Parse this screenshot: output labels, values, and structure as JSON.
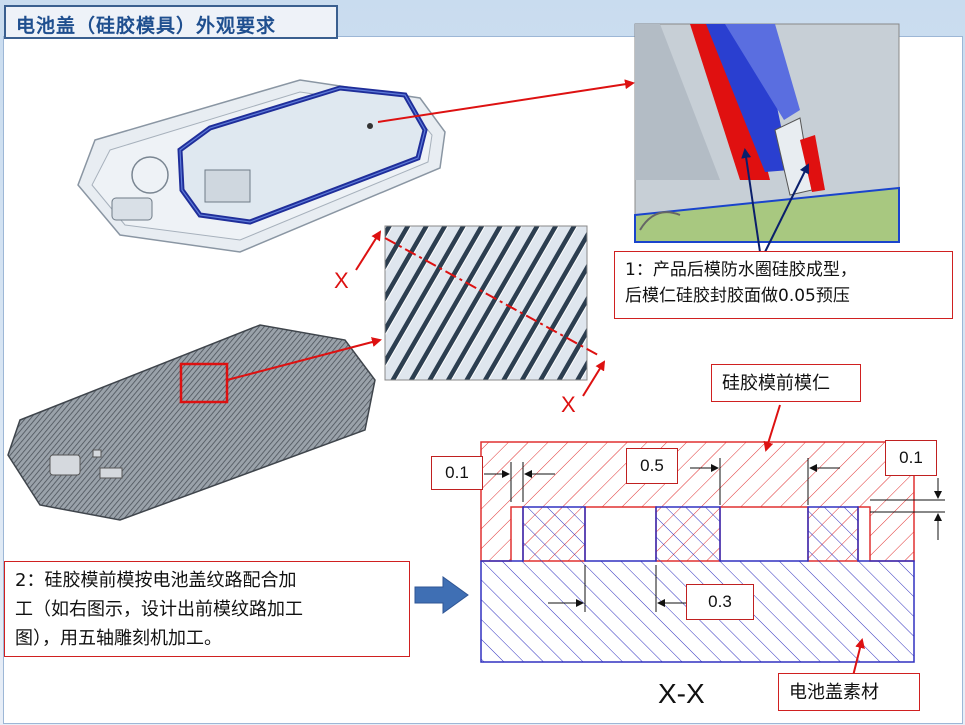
{
  "title": "电池盖（硅胶模具）外观要求",
  "note1": {
    "line1": "1：产品后模防水圈硅胶成型，",
    "line2": "后模仁硅胶封胶面做0.05预压"
  },
  "note2": {
    "line1": "2：硅胶模前模按电池盖纹路配合加",
    "line2": "工（如右图示，设计出前模纹路加工",
    "line3": "图），用五轴雕刻机加工。"
  },
  "labels": {
    "section_top": "X",
    "section_bottom": "X",
    "front_core": "硅胶模前模仁",
    "cover_material": "电池盖素材",
    "section_name": "X-X"
  },
  "dimensions": {
    "d_left": "0.1",
    "d_mid": "0.5",
    "d_right": "0.1",
    "d_bottom": "0.3"
  },
  "colors": {
    "annotation": "#dd1111",
    "front_mold": "#e03030",
    "cover": "#3030c0",
    "arrow_blue": "#3f6fb4"
  }
}
